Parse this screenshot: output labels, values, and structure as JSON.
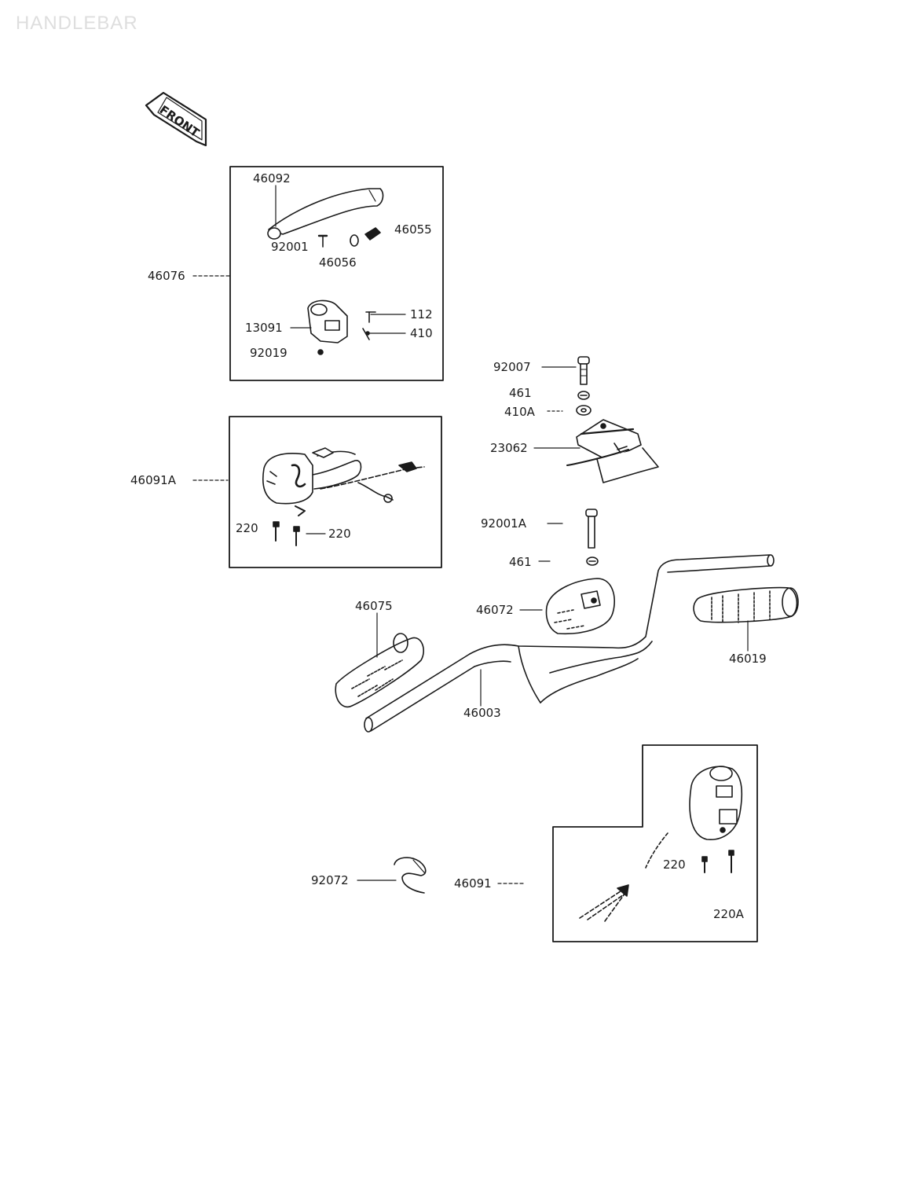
{
  "page": {
    "title": "HANDLEBAR"
  },
  "front_arrow": {
    "text": "FRONT"
  },
  "parts": {
    "p46092": "46092",
    "p46055": "46055",
    "p92001": "92001",
    "p46056": "46056",
    "p46076": "46076",
    "p112": "112",
    "p13091": "13091",
    "p410": "410",
    "p92019": "92019",
    "p92007": "92007",
    "p461_upper": "461",
    "p410A": "410A",
    "p23062": "23062",
    "p46091A": "46091A",
    "p220_left": "220",
    "p220_right": "220",
    "p92001A": "92001A",
    "p461_lower": "461",
    "p46075": "46075",
    "p46072": "46072",
    "p46019": "46019",
    "p46003": "46003",
    "p92072": "92072",
    "p46091": "46091",
    "p220_lower": "220",
    "p220A": "220A"
  }
}
